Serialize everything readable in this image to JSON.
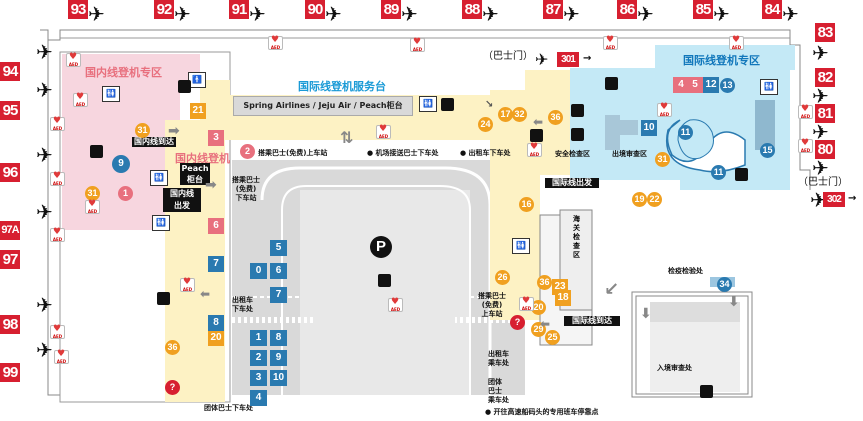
{
  "gates_top": [
    "93",
    "92",
    "91",
    "90",
    "89",
    "88",
    "87",
    "86",
    "85",
    "84"
  ],
  "gates_left": [
    "94",
    "95",
    "96",
    "97A",
    "97",
    "98",
    "99"
  ],
  "gates_right": [
    "83",
    "82",
    "81",
    "80"
  ],
  "gate_302": "302",
  "gate_301": "301",
  "shuttle_gate_left": "（巴士门）",
  "shuttle_gate_right": "（巴士门）",
  "domestic_zone": "国内线登机专区",
  "international_zone": "国际线登机专区",
  "intl_service_counter": "国际线登机服务台",
  "airline_counter": "Spring Airlines / Jeju Air / Peach柜台",
  "domestic_arrival": "国内线到达",
  "domestic_boarding": "国内线登机",
  "peach_counter": "Peach\n柜台",
  "domestic_departure": "国内线\n出发",
  "intl_departure": "国际线出发",
  "intl_arrival": "国际线到达",
  "security_check": "安全检查区",
  "immigration_check": "出境审查区",
  "customs_check": "海关检查区",
  "quarantine": "检疫检验处",
  "entry_immigration": "入境审查处",
  "shuttle_free_boarding": "搭乘巴士(免费)上车站",
  "airport_bus_stop": "● 机场接送巴士下车处",
  "taxi_dropoff_top": "● 出租车下车处",
  "shuttle_free_left": "搭乘巴士\n(免费)\n下车站",
  "taxi_dropoff_mid": "出租车\n下车处",
  "group_bus_dropoff": "团体巴士下车处",
  "shuttle_free_right": "搭乘巴士\n(免费)\n上车站",
  "taxi_pickup": "出租车\n乘车处",
  "group_bus_pickup": "团体\n巴士\n乘车处",
  "ferry_bus_stop": "● 开往高速船码头的专用班车停靠点",
  "parking": "P",
  "bus_stops": [
    "5",
    "6",
    "0",
    "6",
    "7",
    "1",
    "8",
    "2",
    "9",
    "3",
    "10",
    "4"
  ],
  "colors": {
    "gate": "#d71f30",
    "domestic": "#f7d6df",
    "international": "#c4e9f6",
    "corridor": "#fdf2c4",
    "orange": "#f0a020",
    "blue": "#1177bb",
    "pink": "#e8707e",
    "bus": "#2a7ab0"
  }
}
